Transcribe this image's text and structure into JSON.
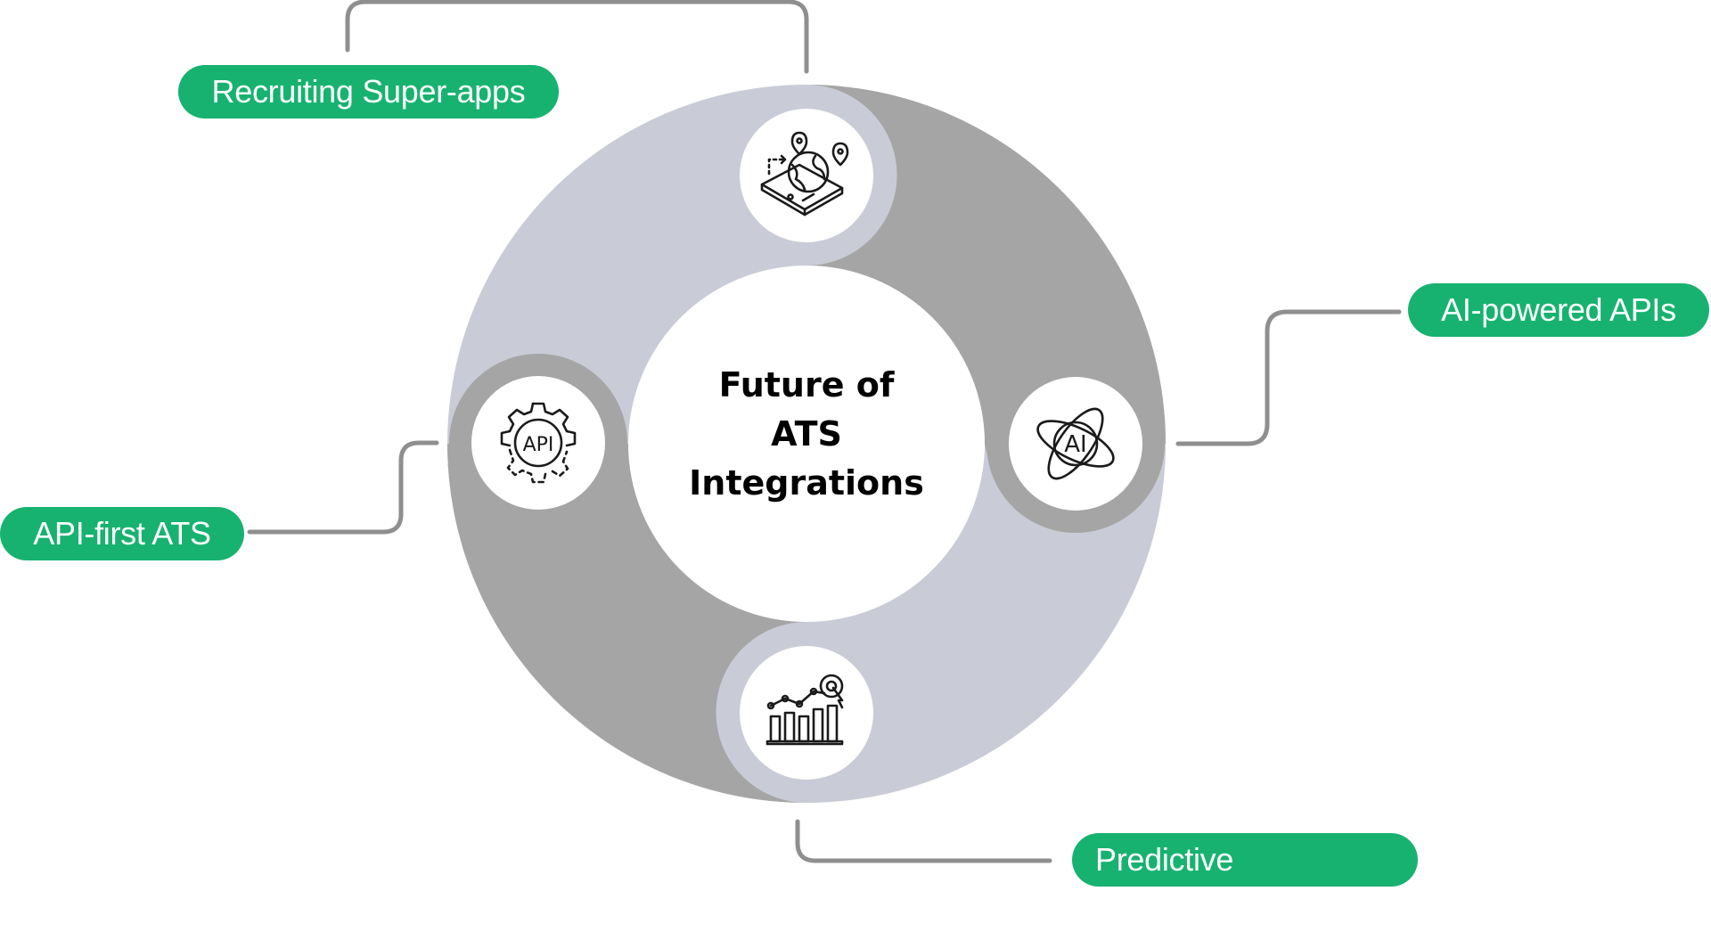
{
  "diagram": {
    "center_title_lines": [
      "Future of",
      "ATS",
      "Integrations"
    ],
    "items": [
      {
        "label": "Recruiting Super-apps",
        "icon": "globe-on-phone-icon"
      },
      {
        "label": "AI-powered APIs",
        "icon": "ai-atom-icon"
      },
      {
        "label": "API-first ATS",
        "icon": "api-gear-icon"
      },
      {
        "label": "Predictive",
        "icon": "analytics-chart-icon"
      }
    ]
  },
  "colors": {
    "pill_green": "#17b26f",
    "ring_light": "#c9ccd6",
    "ring_dark": "#a5a5a5",
    "connector": "#8f8f8f",
    "icon_stroke": "#1a1a1a"
  }
}
